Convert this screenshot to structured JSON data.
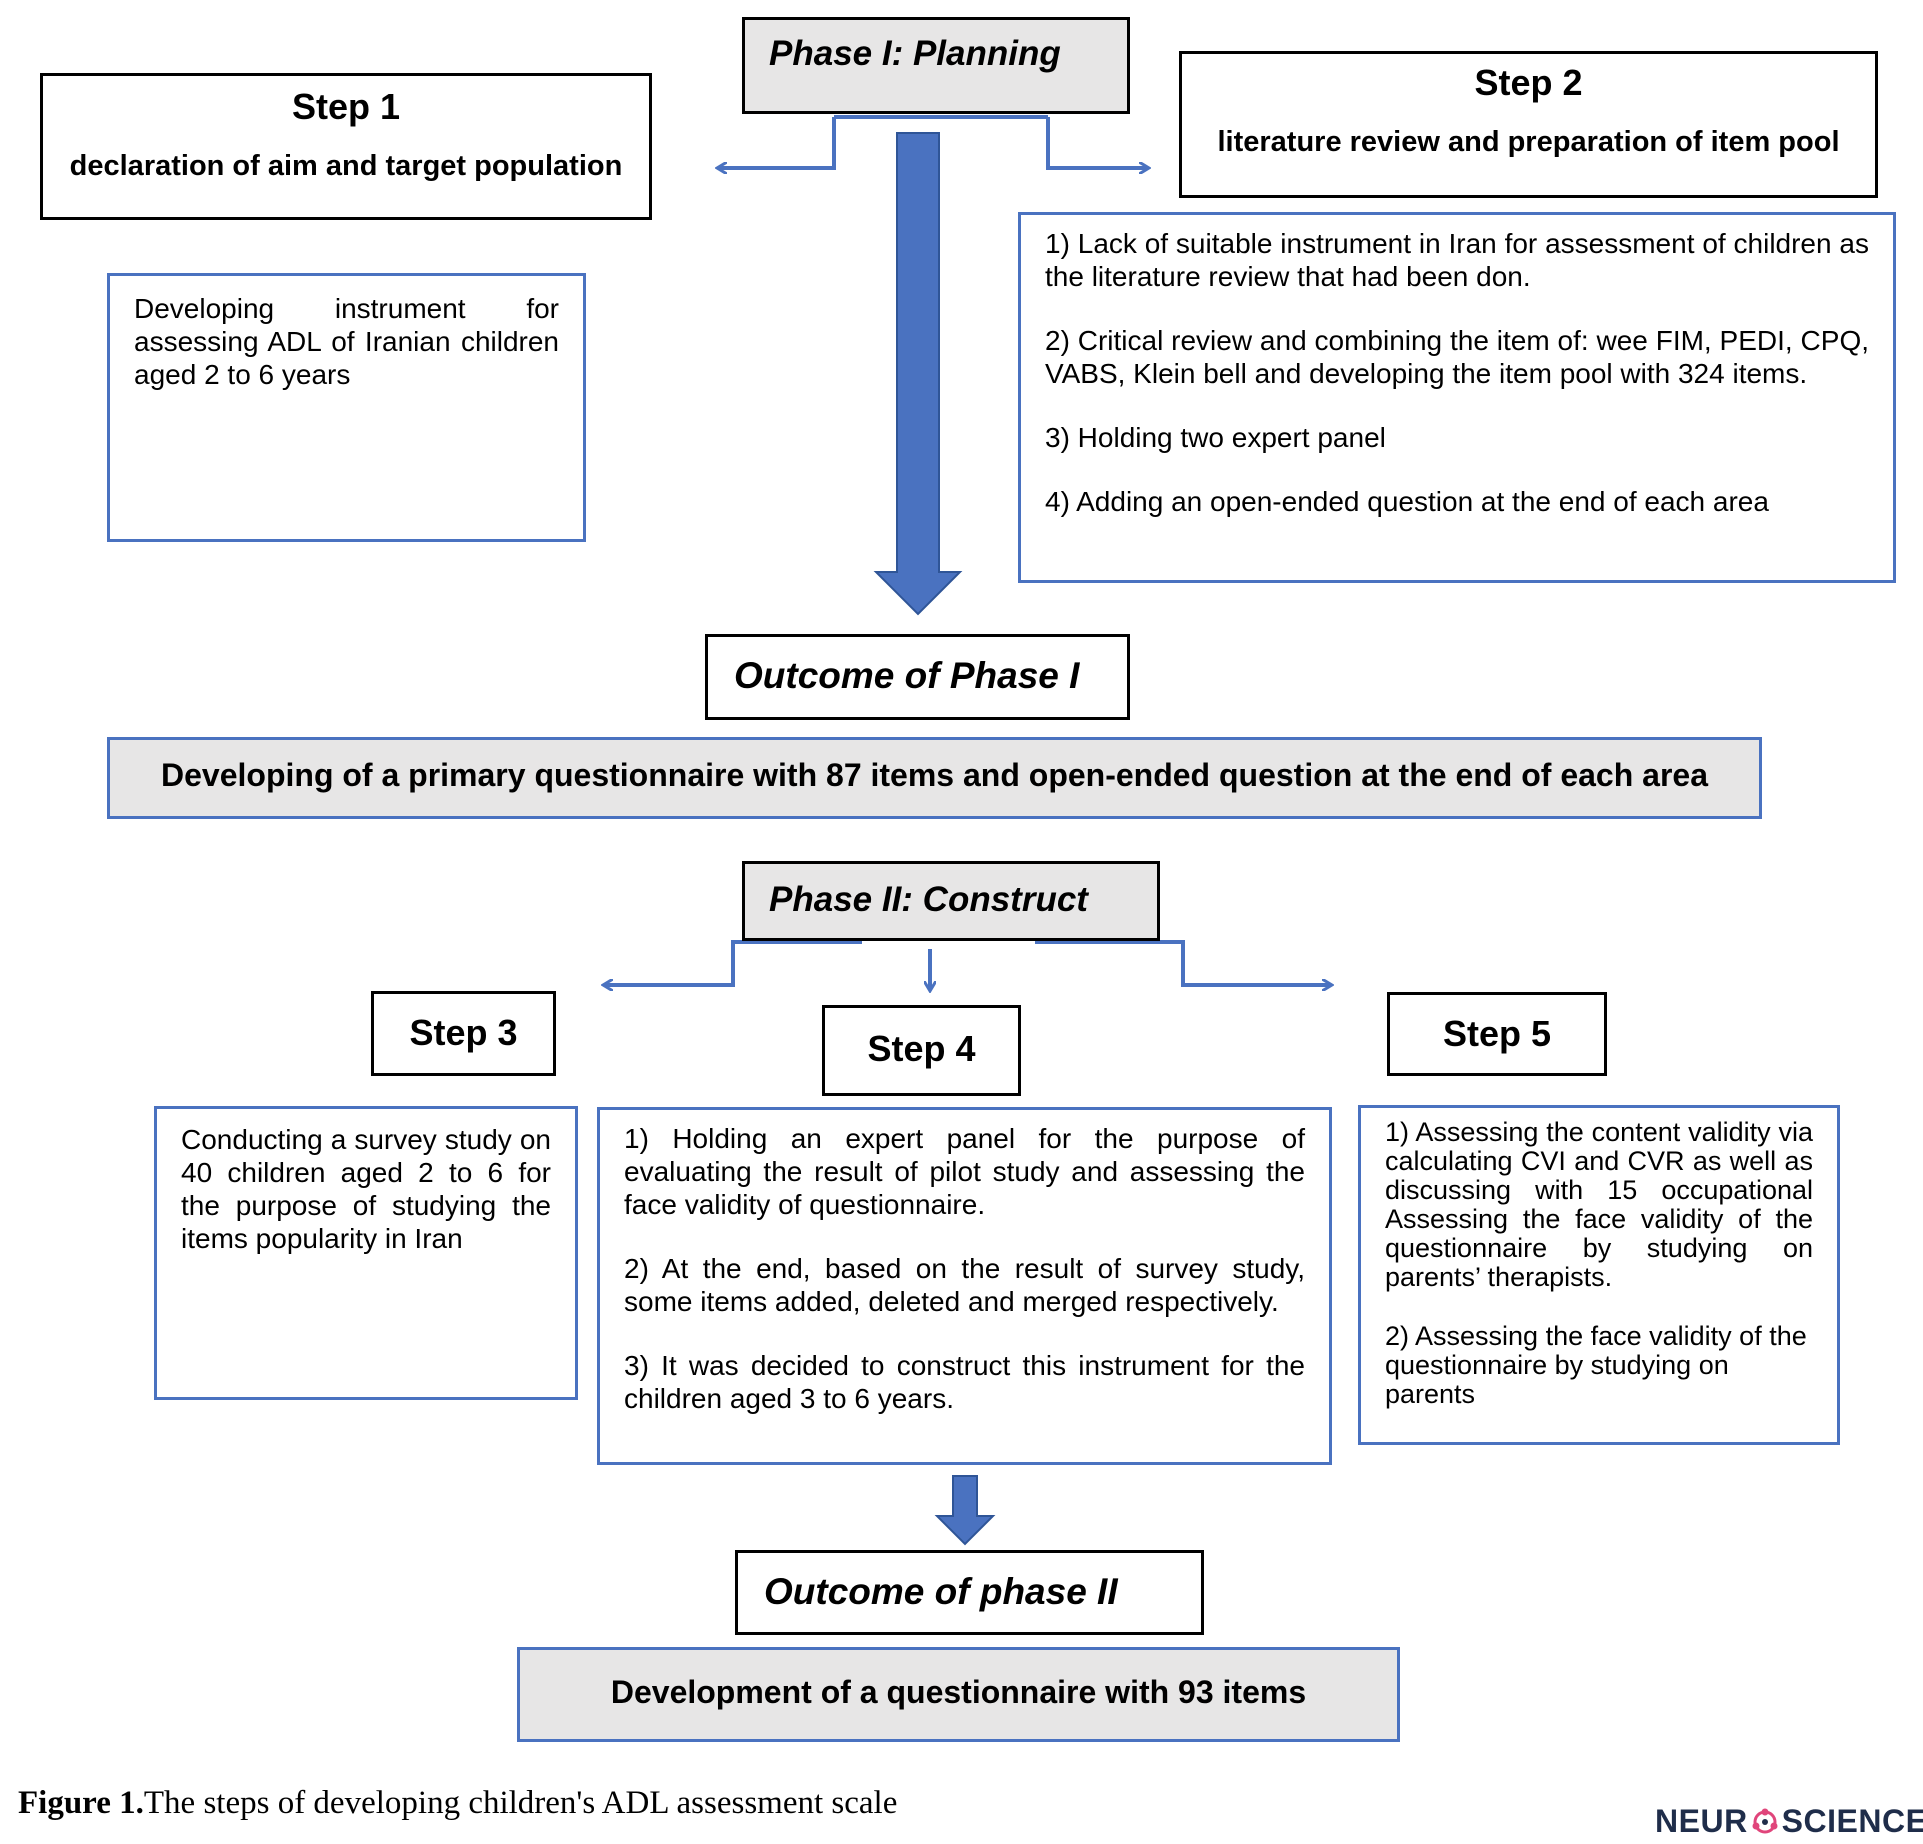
{
  "phase1": {
    "title": "Phase I: Planning",
    "step1": {
      "title": "Step 1",
      "subtitle": "declaration of aim and target population",
      "detail": "Developing instrument for assessing ADL of Iranian children aged 2 to 6 years"
    },
    "step2": {
      "title": "Step 2",
      "subtitle": "literature review and preparation of item pool",
      "details": [
        "1) Lack of suitable instrument in Iran for assessment of children as the literature review that had been don.",
        "2) Critical review and combining the item of: wee FIM, PEDI, CPQ, VABS, Klein bell and developing the item pool with 324 items.",
        "3) Holding two expert panel",
        "4) Adding an open-ended question at the end of each area"
      ]
    },
    "outcome_title": "Outcome of Phase I",
    "outcome_text": "Developing of a primary questionnaire with 87 items and open-ended question at the end of each area"
  },
  "phase2": {
    "title": "Phase II: Construct",
    "step3": {
      "title": "Step 3",
      "detail": "Conducting a survey study on 40 children aged 2 to 6 for the purpose of studying the items popularity in Iran"
    },
    "step4": {
      "title": "Step 4",
      "details": [
        "1) Holding an expert panel for the purpose of evaluating the result of pilot study and assessing the face validity of questionnaire.",
        "2) At the end, based on the result of survey study, some items added, deleted and merged respectively.",
        "3) It was decided to construct this instrument for the children aged 3 to 6 years."
      ]
    },
    "step5": {
      "title": "Step 5",
      "details": [
        "1) Assessing the content validity via calculating CVI and CVR as well as discussing with 15 occupational Assessing the face validity of the questionnaire by studying on parents’ therapists.",
        "2) Assessing the face validity of the questionnaire by studying on parents"
      ]
    },
    "outcome_title": "Outcome of phase II",
    "outcome_text": "Development of a questionnaire with 93 items"
  },
  "caption": {
    "label": "Figure 1.",
    "text": "The steps of developing children's ADL assessment scale"
  },
  "logo": {
    "left": "NEUR",
    "right": "SCIENCE"
  },
  "colors": {
    "border_blue": "#4a72c0",
    "arrow_blue": "#4a72c0",
    "grey_fill": "#e7e6e6"
  }
}
